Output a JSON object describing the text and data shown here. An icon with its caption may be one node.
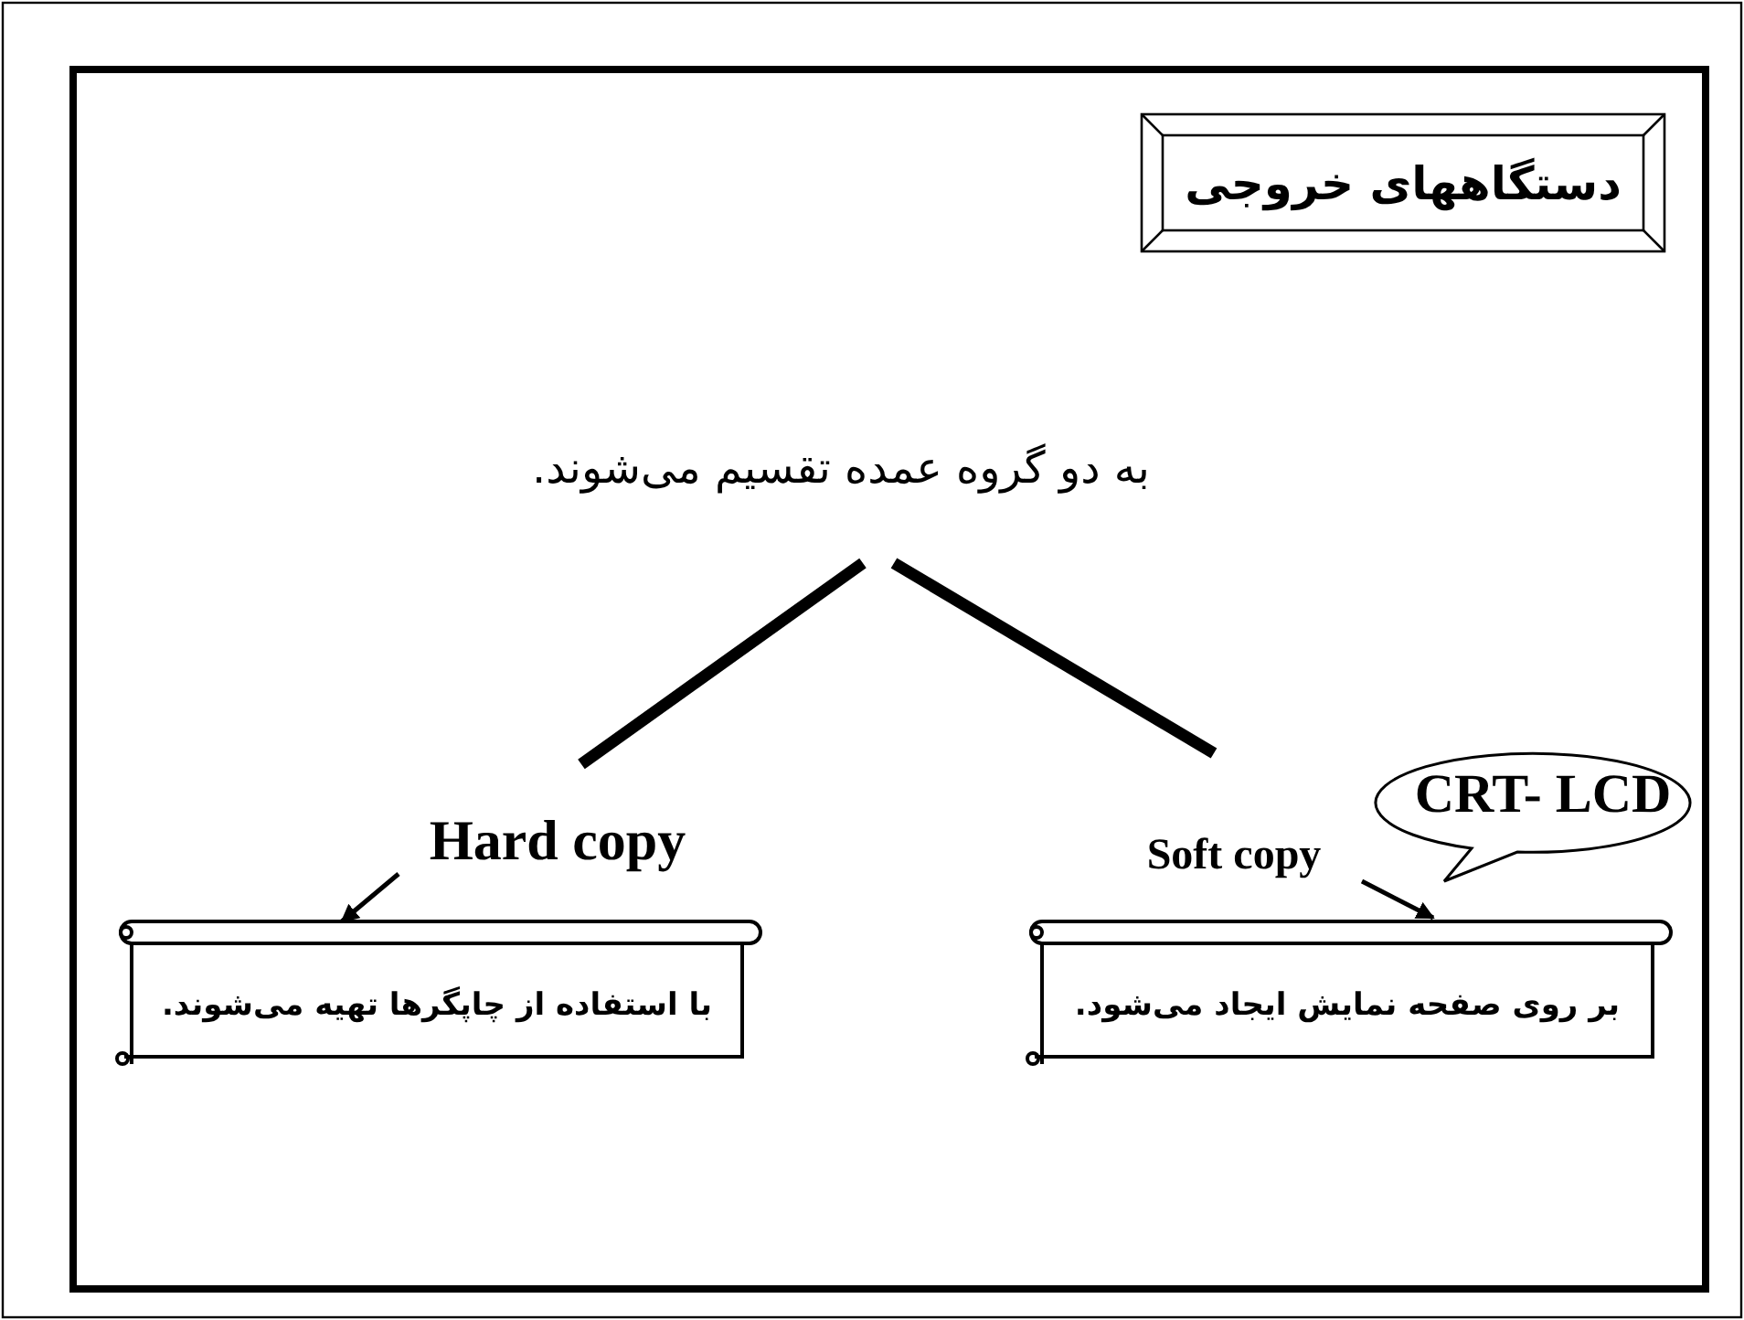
{
  "diagram": {
    "nodes": [
      {
        "text": [
          "دستگاههای خروجی"
        ]
      },
      {
        "text": [
          "به دو گروه عمده تقسیم می‌شوند."
        ]
      },
      {
        "text": [
          "Hard copy"
        ]
      },
      {
        "text": [
          "Soft copy"
        ]
      },
      {
        "text": [
          "CRT- LCD"
        ]
      },
      {
        "text": [
          "با استفاده از چاپگرها تهیه می‌شوند."
        ]
      },
      {
        "text": [
          "بر روی صفحه نمایش ایجاد می‌شود."
        ]
      }
    ],
    "edges": [
      {
        "from": 1,
        "to": 2,
        "arrow": "none",
        "style": "thick"
      },
      {
        "from": 1,
        "to": 3,
        "arrow": "none",
        "style": "thick"
      },
      {
        "from": 2,
        "to": 5,
        "arrow": "to"
      },
      {
        "from": 3,
        "to": 6,
        "arrow": "to"
      }
    ]
  }
}
